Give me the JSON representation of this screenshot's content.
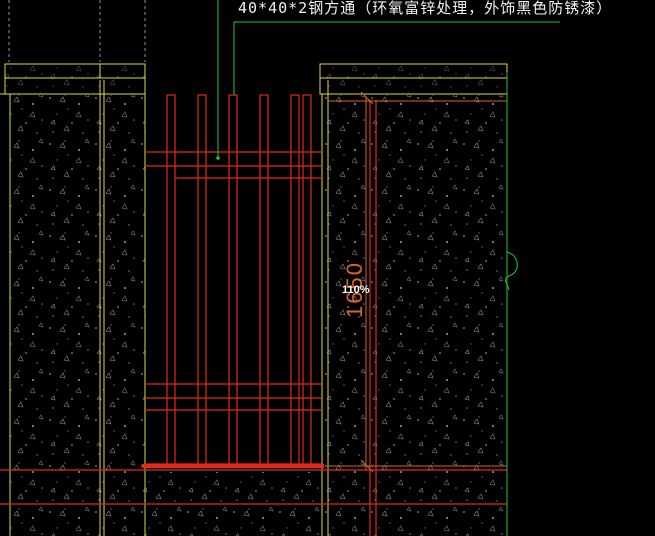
{
  "annotation": {
    "size": "40*40*2",
    "spec": "钢方通（环氧富锌处理，外饰黑色防锈漆）"
  },
  "dimension": {
    "value": "1650"
  },
  "zoom": {
    "level": "110%"
  },
  "colors": {
    "background": "#000000",
    "outline_yellow": "#d8d84a",
    "steel_red": "#e02a1a",
    "guide_green": "#22c33a",
    "dim_orange": "#d9652a",
    "text": "#f2f2f2"
  }
}
